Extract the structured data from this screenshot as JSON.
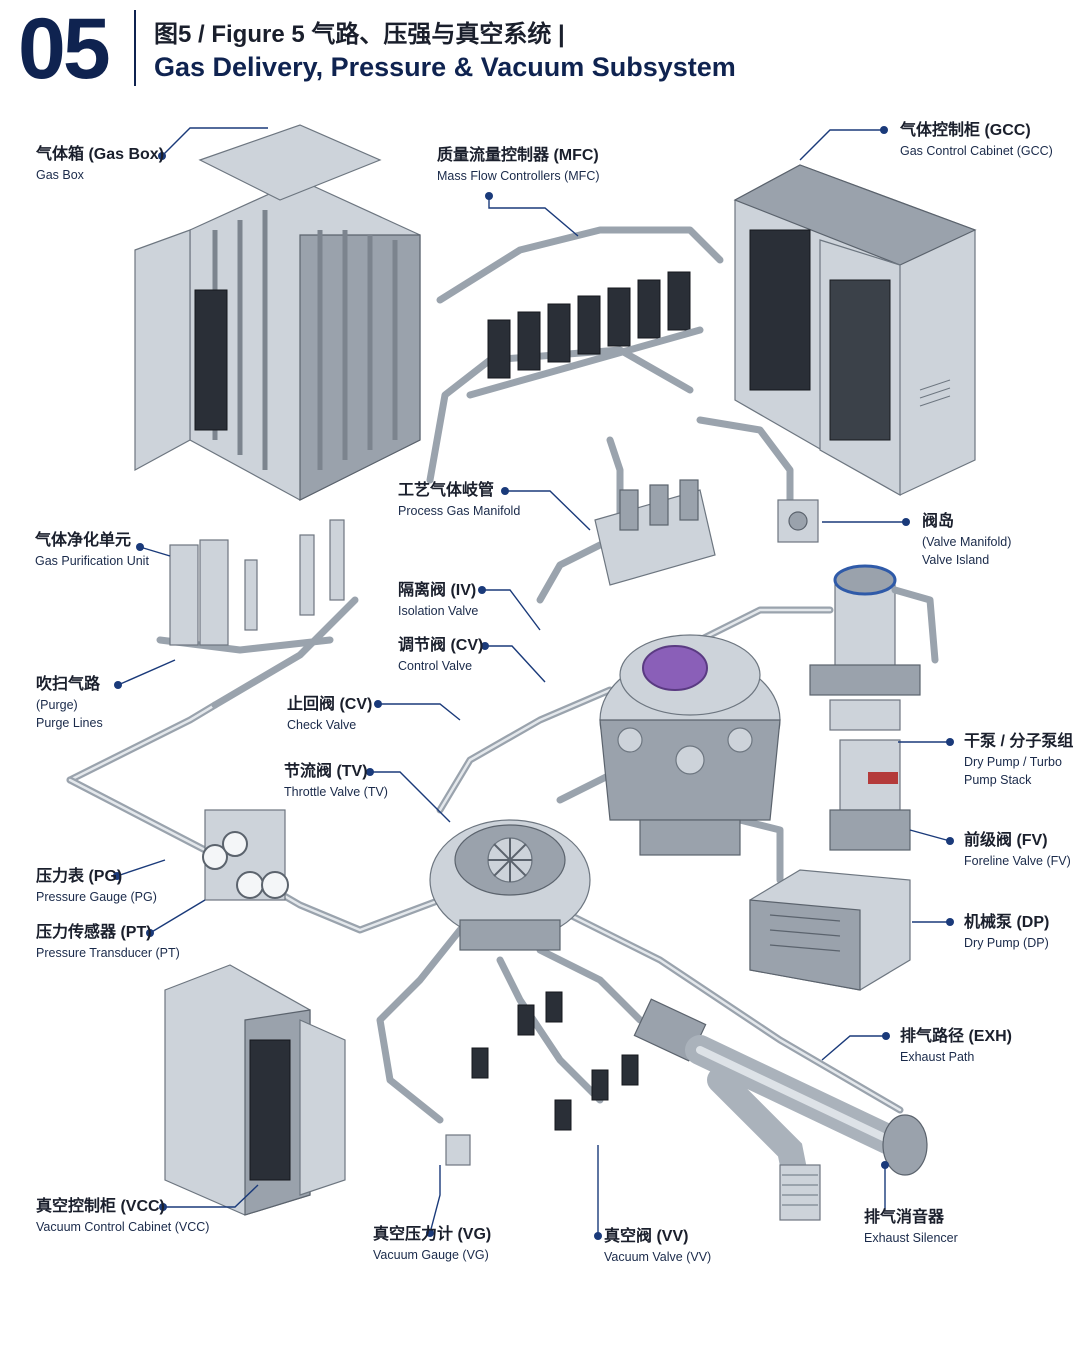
{
  "header": {
    "number": "05",
    "title_zh": "图5 / Figure 5  气路、压强与真空系统 |",
    "title_en": "Gas Delivery, Pressure & Vacuum Subsystem"
  },
  "labels": {
    "gas_box": {
      "zh": "气体箱 (Gas Box)",
      "en": "Gas Box"
    },
    "mfc": {
      "zh": "质量流量控制器 (MFC)",
      "en": "Mass Flow Controllers (MFC)"
    },
    "gcc": {
      "zh": "气体控制柜 (GCC)",
      "en": "Gas Control Cabinet (GCC)"
    },
    "process_manifold": {
      "zh": "工艺气体岐管",
      "en": "Process Gas Manifold"
    },
    "valve_island": {
      "zh": "阀岛",
      "en1": "(Valve Manifold)",
      "en2": "Valve Island"
    },
    "purification": {
      "zh": "气体净化单元",
      "en": "Gas Purification Unit"
    },
    "purge": {
      "zh": "吹扫气路",
      "en1": "(Purge)",
      "en2": "Purge Lines"
    },
    "isolation_valve": {
      "zh": "隔离阀 (IV)",
      "en": "Isolation Valve"
    },
    "control_valve": {
      "zh": "调节阀 (CV)",
      "en": "Control Valve"
    },
    "check_valve": {
      "zh": "止回阀 (CV)",
      "en": "Check Valve"
    },
    "throttle_valve": {
      "zh": "节流阀 (TV)",
      "en": "Throttle Valve (TV)"
    },
    "dry_turbo": {
      "zh": "干泵 / 分子泵组",
      "en1": "Dry Pump / Turbo",
      "en2": "Pump Stack"
    },
    "foreline_valve": {
      "zh": "前级阀 (FV)",
      "en": "Foreline Valve (FV)"
    },
    "pressure_gauge": {
      "zh": "压力表 (PG)",
      "en": "Pressure Gauge (PG)"
    },
    "pressure_transducer": {
      "zh": "压力传感器 (PT)",
      "en": "Pressure Transducer (PT)"
    },
    "dry_pump": {
      "zh": "机械泵 (DP)",
      "en": "Dry Pump (DP)"
    },
    "exhaust_path": {
      "zh": "排气路径 (EXH)",
      "en": "Exhaust Path"
    },
    "vcc": {
      "zh": "真空控制柜 (VCC)",
      "en": "Vacuum Control Cabinet (VCC)"
    },
    "vacuum_gauge": {
      "zh": "真空压力计 (VG)",
      "en": "Vacuum Gauge (VG)"
    },
    "vacuum_valve": {
      "zh": "真空阀 (VV)",
      "en": "Vacuum Valve (VV)"
    },
    "exhaust_silencer": {
      "zh": "排气消音器",
      "en": "Exhaust Silencer"
    }
  },
  "colors": {
    "accent": "#0f2350",
    "leader": "#1a3a7a",
    "steel": "#cdd3da",
    "chamber_window": "#8a5fb8"
  }
}
